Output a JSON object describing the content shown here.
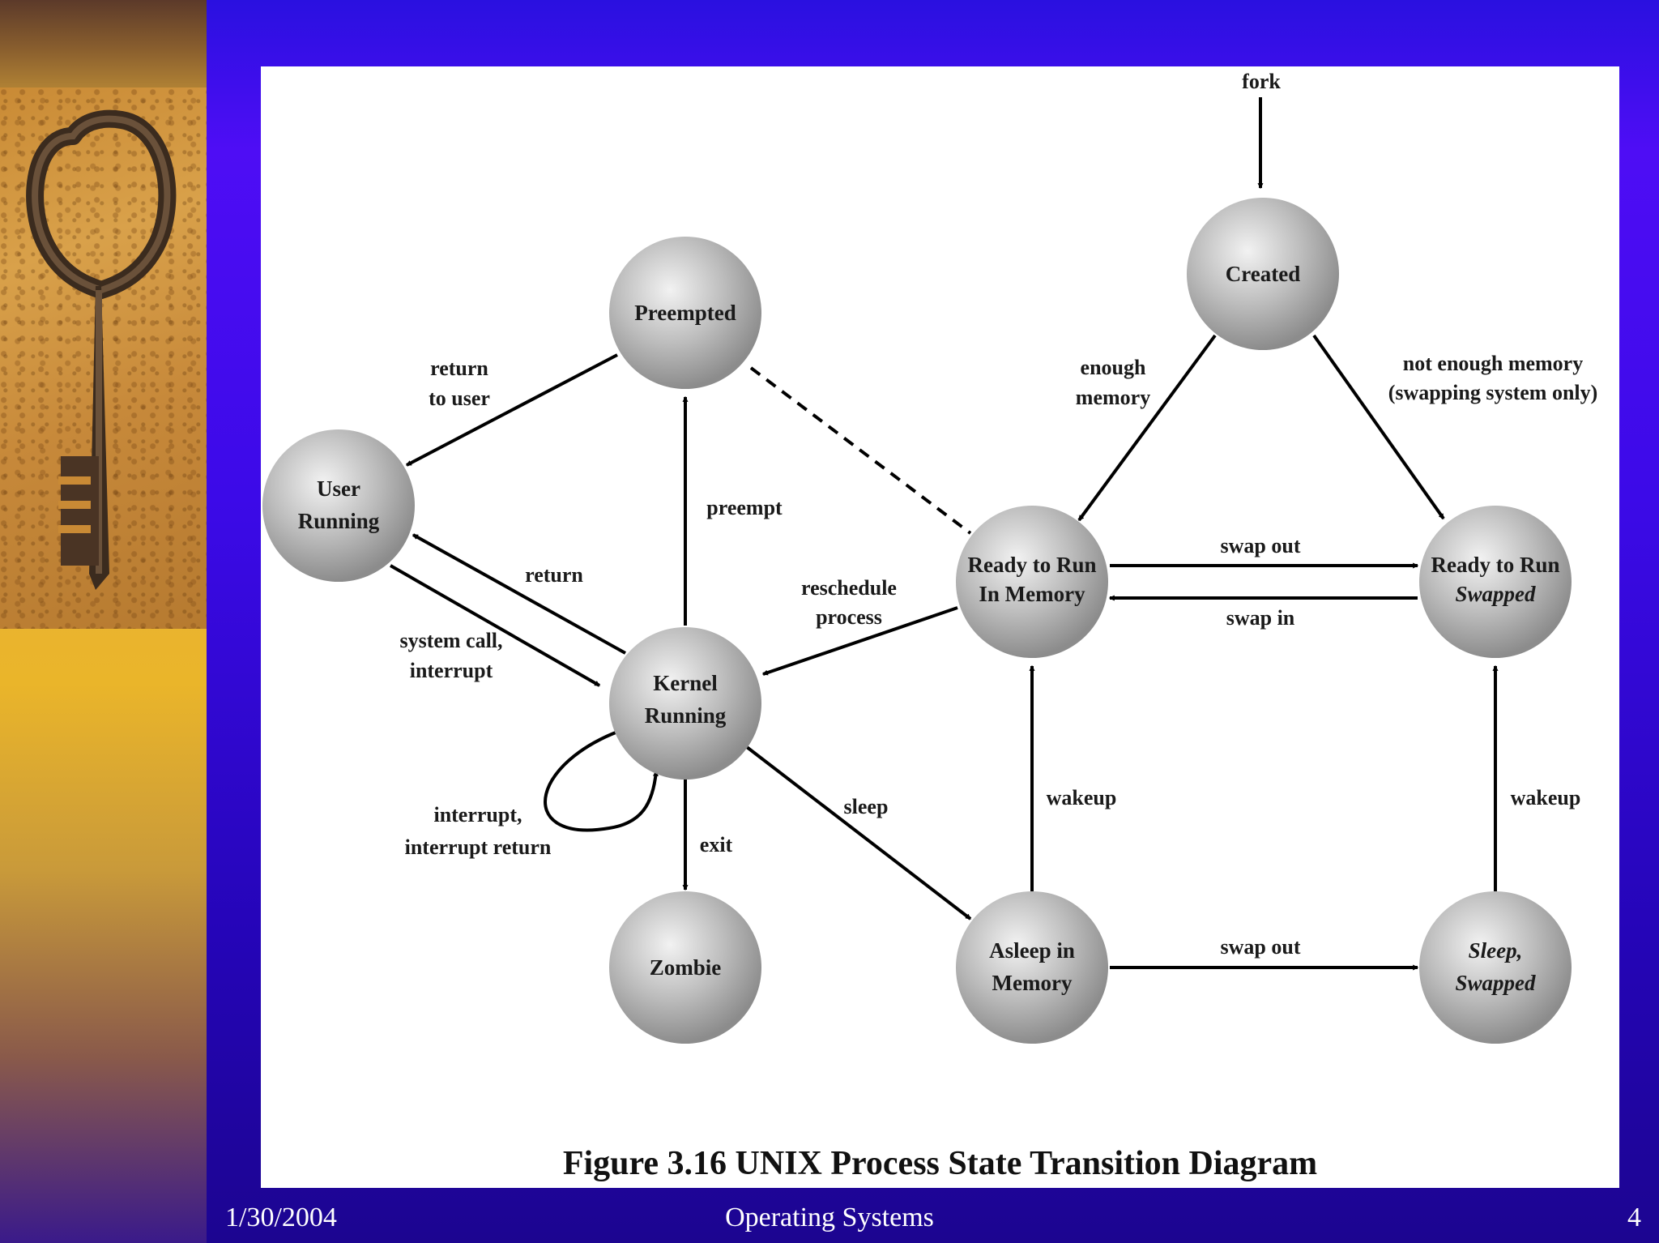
{
  "diagram": {
    "caption": "Figure 3.16   UNIX Process State Transition Diagram",
    "states": {
      "created": "Created",
      "preempted": "Preempted",
      "user_running": [
        "User",
        "Running"
      ],
      "kernel_running": [
        "Kernel",
        "Running"
      ],
      "zombie": "Zombie",
      "ready_memory": [
        "Ready to Run",
        "In Memory"
      ],
      "ready_swapped": [
        "Ready to Run",
        "Swapped"
      ],
      "asleep_memory": [
        "Asleep in",
        "Memory"
      ],
      "sleep_swapped": [
        "Sleep,",
        "Swapped"
      ]
    },
    "transitions": {
      "fork": "fork",
      "enough_memory": [
        "enough",
        "memory"
      ],
      "not_enough_memory": [
        "not enough memory",
        "(swapping system only)"
      ],
      "return_to_user": [
        "return",
        "to user"
      ],
      "preempt": "preempt",
      "return": "return",
      "system_call": [
        "system call,",
        "interrupt"
      ],
      "reschedule": [
        "reschedule",
        "process"
      ],
      "swap_out_ready": "swap out",
      "swap_in": "swap in",
      "interrupt": [
        "interrupt,",
        "interrupt return"
      ],
      "exit": "exit",
      "sleep": "sleep",
      "wakeup_memory": "wakeup",
      "wakeup_swapped": "wakeup",
      "swap_out_sleep": "swap out"
    }
  },
  "footer": {
    "date": "1/30/2004",
    "title": "Operating Systems",
    "page": "4"
  },
  "colors": {
    "background": "#3c0ae8",
    "node_fill": "#b8b8b8",
    "card": "#ffffff"
  }
}
